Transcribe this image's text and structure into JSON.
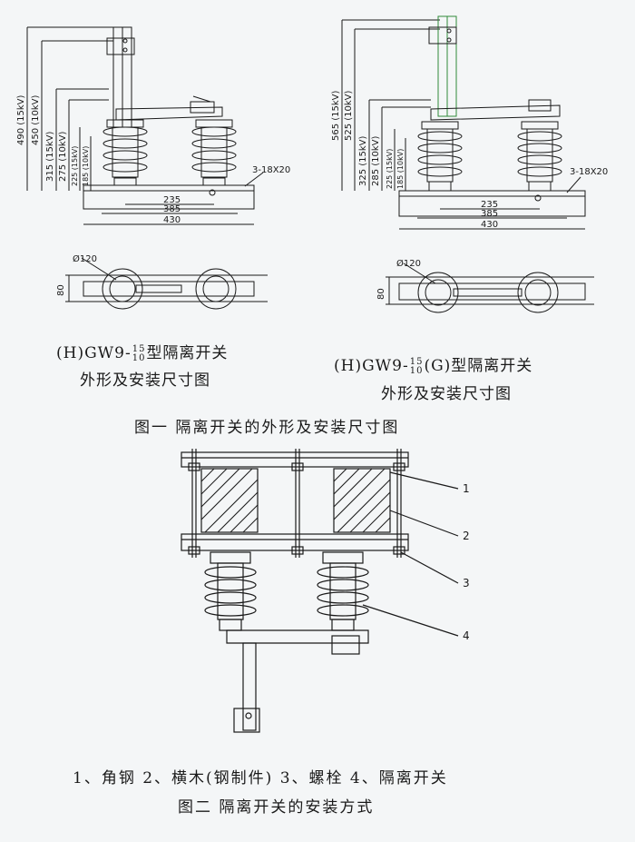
{
  "left_diagram": {
    "dims_vertical": [
      "490 (15kV)",
      "450 (10kV)",
      "315 (15kV)",
      "275 (10kV)",
      "225 (15kV)",
      "185 (10kV)"
    ],
    "hole_label": "3-18X20",
    "dims_horizontal": [
      "235",
      "385",
      "430"
    ],
    "plan_diameter": "Ø120",
    "plan_width": "80",
    "caption_prefix": "(H)GW9-",
    "caption_frac_top": "15",
    "caption_frac_bottom": "10",
    "caption_suffix": "型隔离开关",
    "caption_line2": "外形及安装尺寸图"
  },
  "right_diagram": {
    "dims_vertical": [
      "565 (15kV)",
      "525 (10kV)",
      "325 (15kV)",
      "285 (10kV)",
      "225 (15kV)",
      "185 (10kV)"
    ],
    "hole_label": "3-18X20",
    "dims_horizontal": [
      "235",
      "385",
      "430"
    ],
    "plan_diameter": "Ø120",
    "plan_width": "80",
    "caption_prefix": "(H)GW9-",
    "caption_frac_top": "15",
    "caption_frac_bottom": "10",
    "caption_suffix": "(G)型隔离开关",
    "caption_line2": "外形及安装尺寸图"
  },
  "figure1_title": "图一   隔离开关的外形及安装尺寸图",
  "install_diagram": {
    "callouts": [
      "1",
      "2",
      "3",
      "4"
    ]
  },
  "legend": "1、角钢 2、横木(钢制件) 3、螺栓  4、隔离开关",
  "figure2_title": "图二   隔离开关的安装方式",
  "colors": {
    "ink": "#1a1a1a",
    "paper": "#f4f6f7",
    "accent": "#2f8a3a"
  }
}
